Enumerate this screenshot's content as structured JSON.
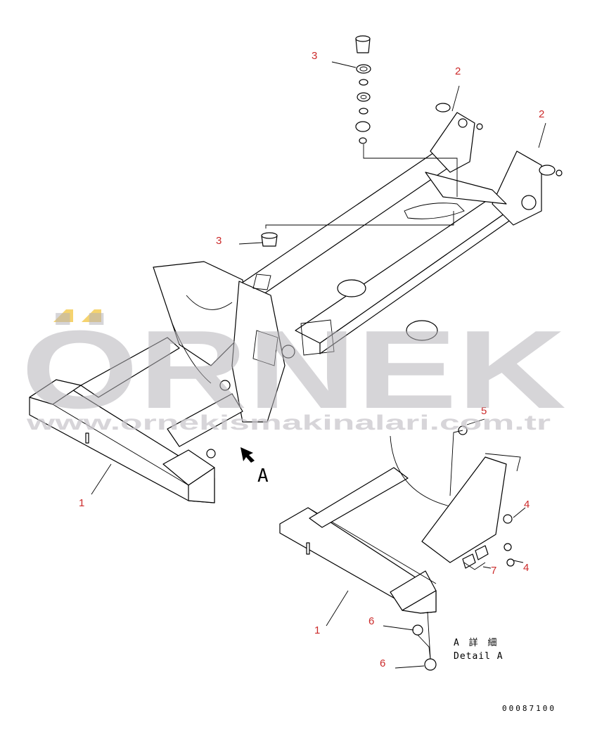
{
  "callouts": {
    "frame": "1",
    "hinge_left": "2",
    "hinge_right": "2",
    "bushing_top": "3",
    "bushing_mid": "3",
    "bolt_upper": "4",
    "bolt_lower": "4",
    "cap": "5",
    "plug_upper": "6",
    "plug_lower": "6",
    "pin": "7",
    "detail_frame": "1"
  },
  "view_arrow_label": "A",
  "detail_caption": {
    "japanese": "A 詳 細",
    "english": "Detail A"
  },
  "drawing_number": "00087100",
  "watermark": {
    "brand": "ÖRNEK",
    "url": "www.ornekismakinalari.com.tr",
    "accent_color": "#f2c84b"
  },
  "colors": {
    "callout": "#cc2a2a",
    "line": "#000000"
  }
}
